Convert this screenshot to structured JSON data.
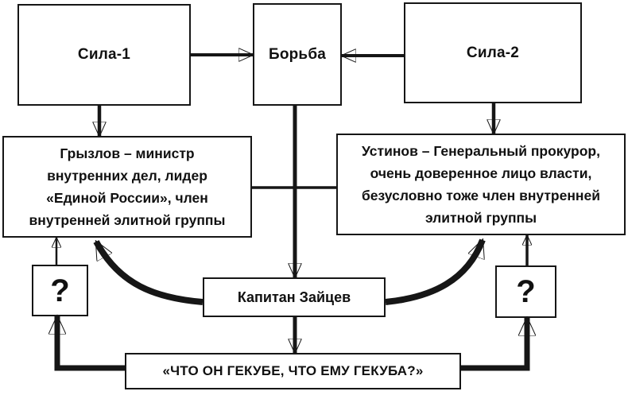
{
  "diagram": {
    "nodes": {
      "sila1": {
        "label": "Сила-1"
      },
      "borba": {
        "label": "Борьба"
      },
      "sila2": {
        "label": "Сила-2"
      },
      "gryzlov": {
        "lines": [
          "Грызлов – министр",
          "внутренних дел, лидер",
          "«Единой России», член",
          "внутренней элитной группы"
        ]
      },
      "ustinov": {
        "lines": [
          "Устинов – Генеральный прокурор,",
          "очень доверенное лицо власти,",
          "безусловно тоже член внутренней",
          "элитной группы"
        ]
      },
      "question_left": {
        "label": "?"
      },
      "zaytsev": {
        "label": "Капитан Зайцев"
      },
      "question_right": {
        "label": "?"
      },
      "hecuba_quote": {
        "label": "«ЧТО ОН ГЕКУБЕ, ЧТО ЕМУ ГЕКУБА?»"
      }
    },
    "colors": {
      "line": "#161616",
      "text": "#111111",
      "background": "#ffffff",
      "box_fill": "#ffffff"
    }
  }
}
